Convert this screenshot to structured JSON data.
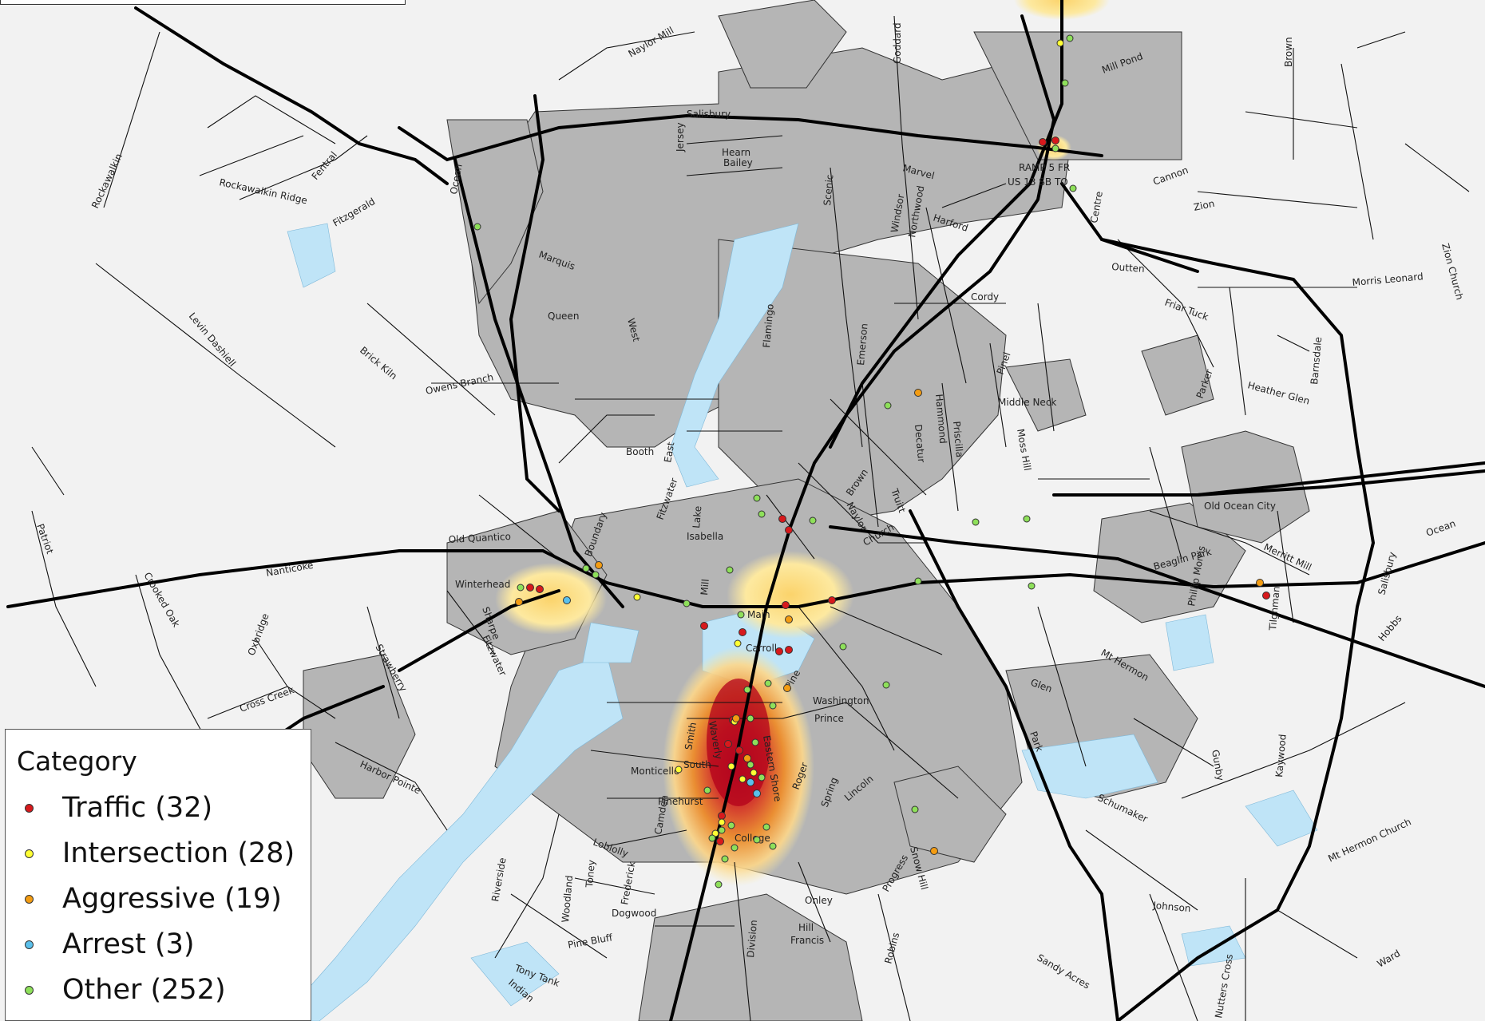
{
  "map": {
    "colors": {
      "background": "#f2f2f2",
      "urban": "#b3b3b3",
      "water": "#bfe4f7",
      "road": "#000000",
      "heat_low": "#fde9a0",
      "heat_mid": "#f59b3a",
      "heat_high": "#c8102e"
    },
    "street_labels": [
      "Naylor Mill",
      "Salisbury",
      "Jersey",
      "Hearn",
      "Bailey",
      "Goddard",
      "Mill Pond",
      "Brown",
      "Fentral",
      "Rockawalkin",
      "Rockawalkin Ridge",
      "Fitzgerald",
      "Ocean",
      "Marquis",
      "Queen",
      "West",
      "Flamingo",
      "Scenic",
      "Emerson",
      "Windsor",
      "Northwood",
      "Harford",
      "Marvel",
      "Centre",
      "Cannon",
      "Zion",
      "Zion Church",
      "Morris Leonard",
      "Outten",
      "Friar Tuck",
      "Cordy",
      "Pinel",
      "Middle Neck",
      "Hammond",
      "Priscilla",
      "Decatur",
      "Moss Hill",
      "Barnsdale",
      "Parker",
      "Heather Glen",
      "Levin Dashiell",
      "Brick Kiln",
      "Owens Branch",
      "Booth",
      "East",
      "Lake",
      "Isabella",
      "Mill",
      "Brown",
      "Naylor",
      "Church",
      "Truitt",
      "Old Ocean City",
      "Beaglin Park",
      "Merritt Mill",
      "Ocean",
      "Salisbury",
      "Hobbs",
      "Old Quantico",
      "Nanticoke",
      "Patriot",
      "Crooked Oak",
      "Winterhead",
      "Boundary",
      "Fitzwater",
      "Main",
      "Carroll",
      "Pine",
      "Washington",
      "Prince",
      "Oxbridge",
      "Cross Creek",
      "Sharpe",
      "Strawberry",
      "Harbor Pointe",
      "Smith",
      "Waverly",
      "South",
      "Monticello",
      "Pinehurst",
      "Eastern Shore",
      "Roger",
      "Spring",
      "Lincoln",
      "Camden",
      "Loblolly",
      "College",
      "Glen",
      "Park",
      "Mt Hermon",
      "Schumaker",
      "Gunby",
      "Kaywood",
      "Mt Hermon Church",
      "Riverside",
      "Tony Tank",
      "Indian",
      "Woodland",
      "Toney",
      "Frederick",
      "Dogwood",
      "Pine Bluff",
      "Division",
      "Onley",
      "Hill",
      "Francis",
      "Robins",
      "Progress",
      "Snow Hill",
      "Sandy Acres",
      "Johnson",
      "Nutters Cross",
      "Ward",
      "Phillip Morris",
      "Tilghman",
      "Fitzwater",
      "RAMP 5 FR",
      "US 13 SB TO"
    ],
    "incidents_summary": {
      "Traffic": 32,
      "Intersection": 28,
      "Aggressive": 19,
      "Arrest": 3,
      "Other": 252
    }
  },
  "legend": {
    "title": "Category",
    "items": [
      {
        "label": "Traffic (32)",
        "color": "#d7191c"
      },
      {
        "label": "Intersection (28)",
        "color": "#ffff33"
      },
      {
        "label": "Aggressive (19)",
        "color": "#f39c12"
      },
      {
        "label": "Arrest (3)",
        "color": "#5bc0eb"
      },
      {
        "label": "Other (252)",
        "color": "#8ee05a"
      }
    ]
  }
}
